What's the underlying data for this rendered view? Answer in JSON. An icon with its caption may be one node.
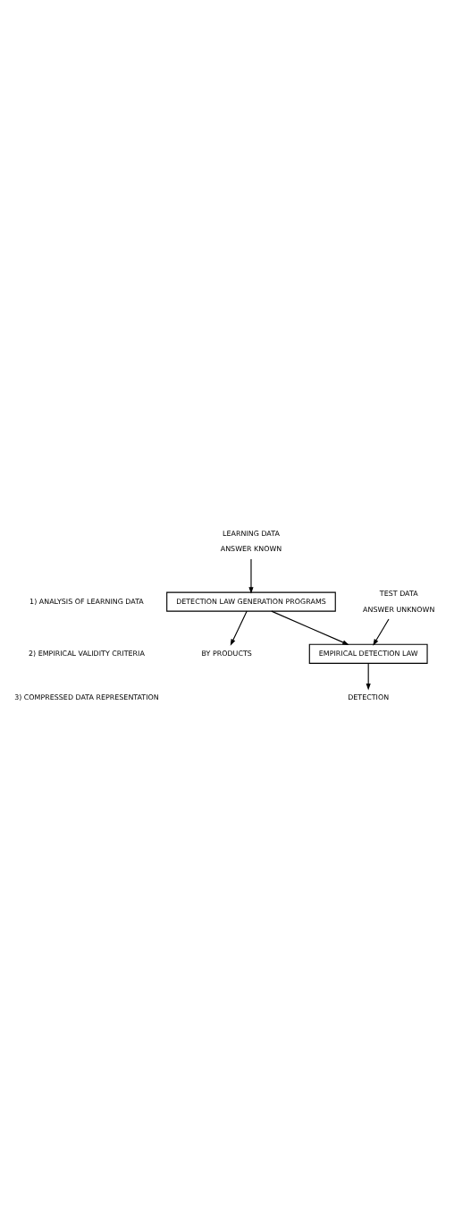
{
  "diagram": {
    "nodes": [
      {
        "text": [
          "LEARNING DATA",
          "ANSWER KNOWN"
        ]
      },
      {
        "text": [
          "DETECTION LAW GENERATION PROGRAMS"
        ]
      },
      {
        "text": [
          "BY PRODUCTS"
        ]
      },
      {
        "text": [
          "EMPIRICAL DETECTION LAW"
        ]
      },
      {
        "text": [
          "DETECTION"
        ]
      },
      {
        "text": [
          "TEST DATA",
          "ANSWER UNKNOWN"
        ]
      }
    ],
    "edges": [
      {
        "from": 0,
        "to": 1,
        "arrow": "to"
      },
      {
        "from": 1,
        "to": 2,
        "arrow": "to"
      },
      {
        "from": 1,
        "to": 3,
        "arrow": "to"
      },
      {
        "from": 3,
        "to": 4,
        "arrow": "to"
      },
      {
        "from": 5,
        "to": 3,
        "arrow": "to"
      }
    ],
    "labels": [
      "1) ANALYSIS OF LEARNING DATA",
      "2) EMPIRICAL VALIDITY CRITERIA",
      "3) COMPRESSED DATA REPRESENTATION"
    ]
  }
}
